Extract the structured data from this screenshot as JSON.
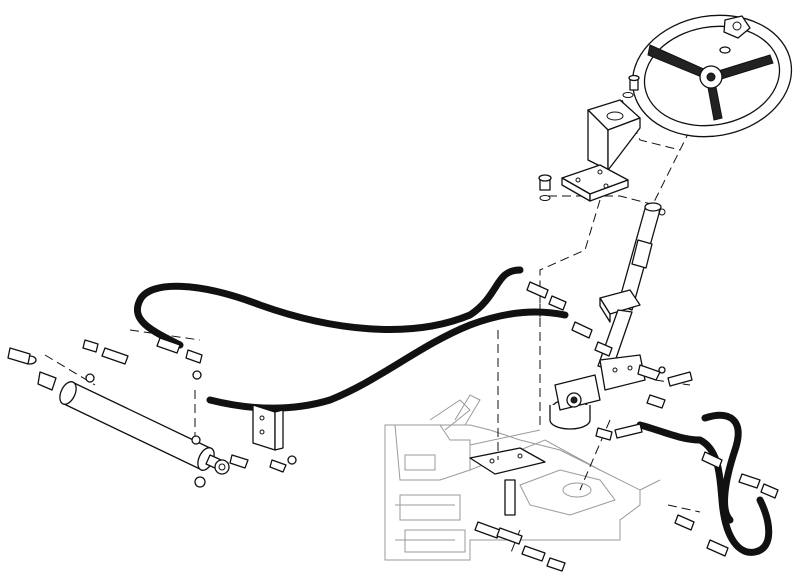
{
  "figure": {
    "type": "exploded-view line drawing",
    "ink_color": "#111111",
    "background_color": "#ffffff",
    "ghost_color": "#9a9a9a"
  },
  "components": [
    {
      "name": "steering-wheel",
      "icon": "steering-wheel-icon"
    },
    {
      "name": "mounting-bracket",
      "icon": "bracket-icon"
    },
    {
      "name": "steering-column",
      "icon": "column-icon"
    },
    {
      "name": "steering-valve",
      "icon": "valve-icon"
    },
    {
      "name": "steering-cylinder",
      "icon": "cylinder-icon"
    },
    {
      "name": "hydraulic-hoses",
      "icon": "hose-icon"
    },
    {
      "name": "fittings",
      "icon": "fitting-icon"
    },
    {
      "name": "frame-outline",
      "icon": "frame-icon"
    }
  ]
}
